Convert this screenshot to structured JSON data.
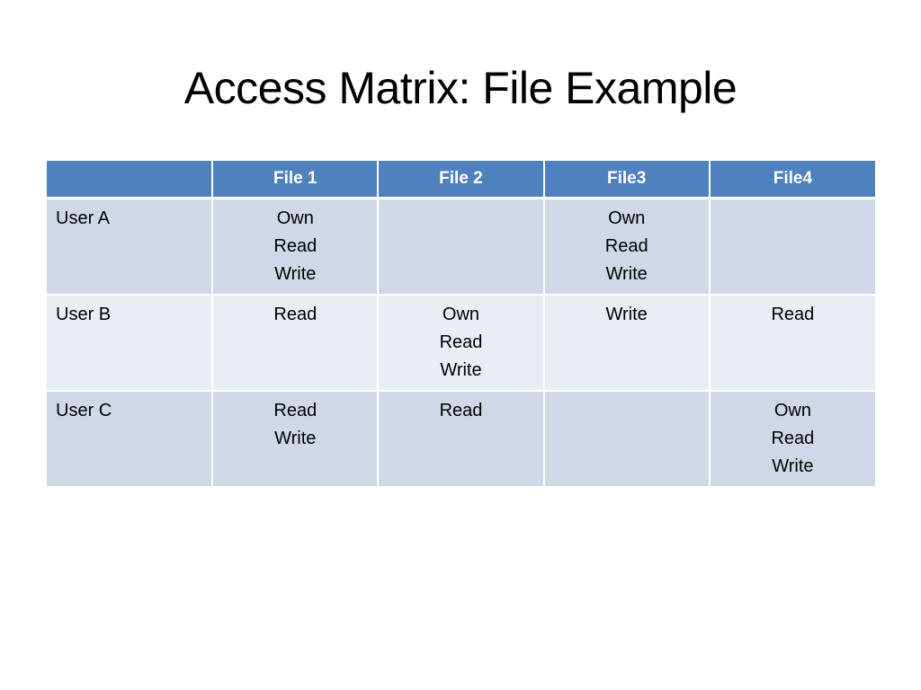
{
  "slide": {
    "title": "Access Matrix: File Example"
  },
  "matrix": {
    "corner": "",
    "columns": [
      "File 1",
      "File 2",
      "File3",
      "File4"
    ],
    "rows": [
      {
        "label": "User A",
        "cells": [
          [
            "Own",
            "Read",
            "Write"
          ],
          [],
          [
            "Own",
            "Read",
            "Write"
          ],
          []
        ]
      },
      {
        "label": "User B",
        "cells": [
          [
            "Read"
          ],
          [
            "Own",
            "Read",
            "Write"
          ],
          [
            "Write"
          ],
          [
            "Read"
          ]
        ]
      },
      {
        "label": "User C",
        "cells": [
          [
            "Read",
            "Write"
          ],
          [
            "Read"
          ],
          [],
          [
            "Own",
            "Read",
            "Write"
          ]
        ]
      }
    ]
  },
  "colors": {
    "header_bg": "#4f81bd",
    "row_odd_bg": "#d0d8e8",
    "row_even_bg": "#e9edf4"
  }
}
